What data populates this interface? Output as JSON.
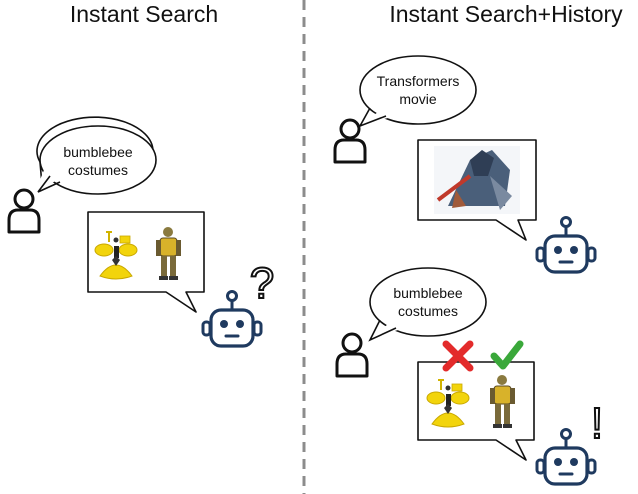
{
  "left_panel": {
    "title": "Instant Search",
    "query_bubble": {
      "line1": "bumblebee",
      "line2": "costumes"
    },
    "result_images": [
      "bee-costume-image",
      "bumblebee-robot-costume-image"
    ],
    "robot_reaction": "?"
  },
  "right_panel": {
    "title": "Instant Search+History",
    "history_bubble": {
      "line1": "Transformers",
      "line2": "movie"
    },
    "history_result_image": "transformers-movie-image",
    "query_bubble": {
      "line1": "bumblebee",
      "line2": "costumes"
    },
    "result_images": [
      "bee-costume-image",
      "bumblebee-robot-costume-image"
    ],
    "marks": {
      "rejected": "✗",
      "accepted": "✓"
    },
    "robot_reaction": "!"
  },
  "colors": {
    "robot": "#1f3a5f",
    "divider": "#8c8c8c",
    "reject": "#e32b2b",
    "accept": "#3aa83a",
    "bee_yellow": "#f2d40c",
    "robot_costume": "#7a6a3a"
  }
}
